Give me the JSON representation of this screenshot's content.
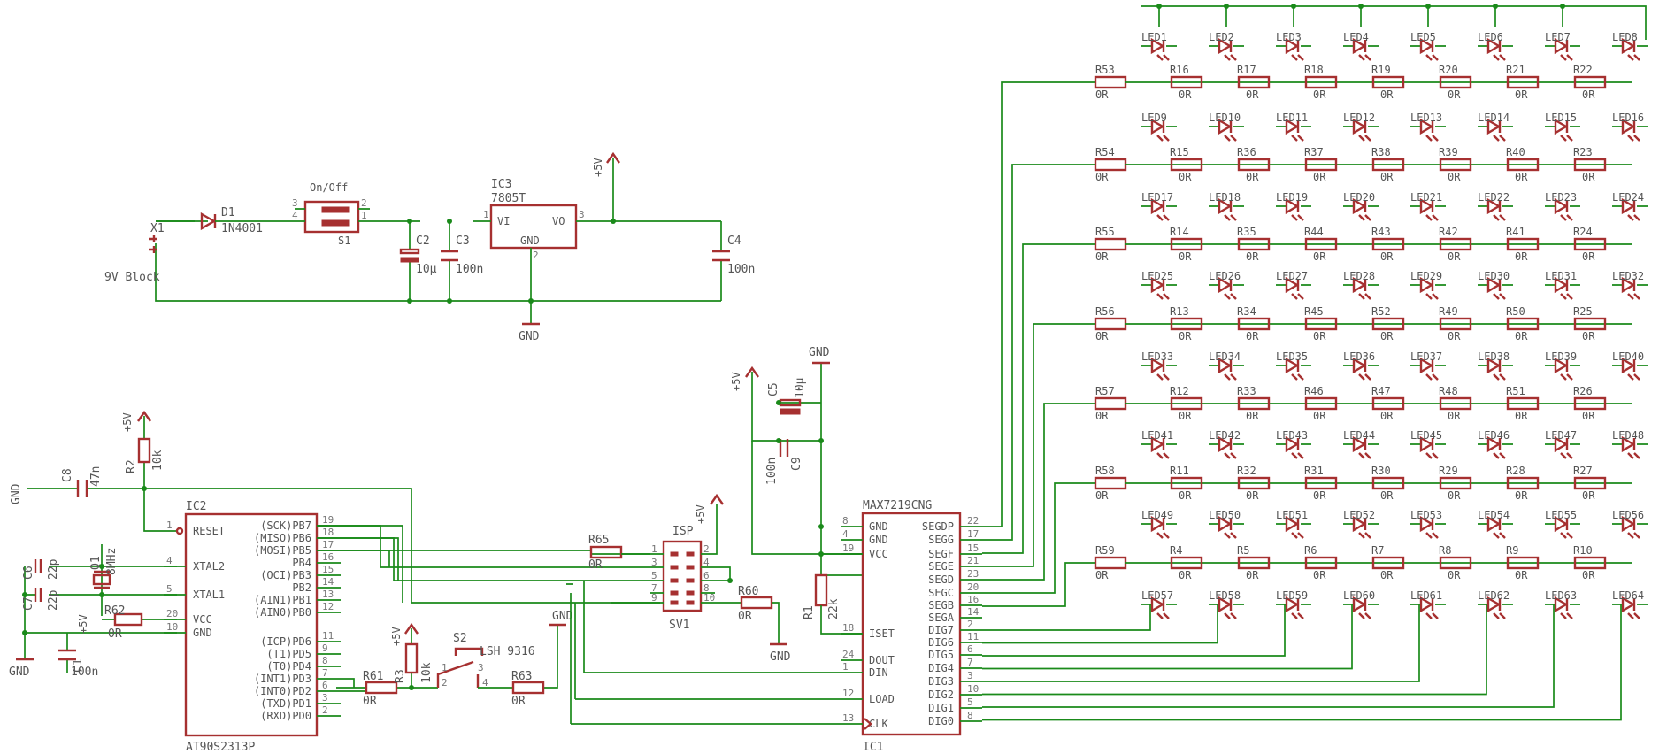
{
  "power_section": {
    "x1_label": "X1",
    "battery_label": "9V Block",
    "d1_name": "D1",
    "d1_value": "1N4001",
    "switch_title": "On/Off",
    "switch_name": "S1",
    "switch_pins": [
      "3",
      "2",
      "4",
      "1"
    ],
    "c2_name": "C2",
    "c2_value": "10µ",
    "c3_name": "C3",
    "c3_value": "100n",
    "ic3_name": "IC3",
    "ic3_value": "7805T",
    "ic3_pin_vi": "VI",
    "ic3_pin_vo": "VO",
    "ic3_pin_gnd": "GND",
    "ic3_pins": [
      "1",
      "3",
      "2"
    ],
    "c4_name": "C4",
    "c4_value": "100n",
    "vcc_label": "+5V",
    "gnd_label": "GND"
  },
  "mcu_section": {
    "gnd_left": "GND",
    "c8_name": "C8",
    "c8_value": "47n",
    "r2_name": "R2",
    "r2_value": "10k",
    "r2_supply": "+5V",
    "ic2_name": "IC2",
    "ic2_value": "AT90S2313P",
    "left_pins": [
      {
        "label": "RESET",
        "num": "1"
      },
      {
        "label": "XTAL2",
        "num": "4"
      },
      {
        "label": "XTAL1",
        "num": "5"
      },
      {
        "label": "VCC",
        "num": "20"
      },
      {
        "label": "GND",
        "num": "10"
      }
    ],
    "right_pins": [
      {
        "label": "(SCK)PB7",
        "num": "19"
      },
      {
        "label": "(MISO)PB6",
        "num": "18"
      },
      {
        "label": "(MOSI)PB5",
        "num": "17"
      },
      {
        "label": "PB4",
        "num": "16"
      },
      {
        "label": "(OCI)PB3",
        "num": "15"
      },
      {
        "label": "PB2",
        "num": "14"
      },
      {
        "label": "(AIN1)PB1",
        "num": "13"
      },
      {
        "label": "(AIN0)PB0",
        "num": "12"
      },
      {
        "label": "(ICP)PD6",
        "num": "11"
      },
      {
        "label": "(T1)PD5",
        "num": "9"
      },
      {
        "label": "(T0)PD4",
        "num": "8"
      },
      {
        "label": "(INT1)PD3",
        "num": "7"
      },
      {
        "label": "(INT0)PD2",
        "num": "6"
      },
      {
        "label": "(TXD)PD1",
        "num": "3"
      },
      {
        "label": "(RXD)PD0",
        "num": "2"
      }
    ],
    "c6_name": "C6",
    "c6_value": "22p",
    "c7_name": "C7",
    "c7_value": "22p",
    "q1_name": "Q1",
    "q1_value": "8MHz",
    "r62_name": "R62",
    "r62_value": "0R",
    "c1_name": "C1",
    "c1_value": "100n",
    "c1_supply": "+5V",
    "gnd_bottom": "GND",
    "r61_name": "R61",
    "r61_value": "0R",
    "r3_name": "R3",
    "r3_value": "10k",
    "r3_supply": "+5V",
    "s2_name": "S2",
    "s2_value": "LSH 9316",
    "s2_pins": [
      "1",
      "2",
      "3",
      "4"
    ],
    "s2_gnd": "GND",
    "r63_name": "R63",
    "r63_value": "0R",
    "r65_name": "R65",
    "r65_value": "0R"
  },
  "isp_section": {
    "header_title": "ISP",
    "header_name": "SV1",
    "header_supply": "+5V",
    "pins_left": [
      "1",
      "3",
      "5",
      "7",
      "9"
    ],
    "pins_right": [
      "2",
      "4",
      "6",
      "8",
      "10"
    ],
    "r60_name": "R60",
    "r60_value": "0R",
    "r60_gnd": "GND"
  },
  "driver_section": {
    "c5_name": "C5",
    "c5_value": "10µ",
    "c9_name": "C9",
    "c9_value": "100n",
    "supply": "+5V",
    "gnd": "GND",
    "r1_name": "R1",
    "r1_value": "22k",
    "ic1_name": "IC1",
    "ic1_value": "MAX7219CNG",
    "left_pins": [
      {
        "label": "GND",
        "num": "8"
      },
      {
        "label": "GND",
        "num": "4"
      },
      {
        "label": "VCC",
        "num": "19"
      },
      {
        "label": "ISET",
        "num": "18"
      },
      {
        "label": "DOUT",
        "num": "24"
      },
      {
        "label": "DIN",
        "num": "1"
      },
      {
        "label": "LOAD",
        "num": "12"
      },
      {
        "label": "CLK",
        "num": "13"
      }
    ],
    "right_pins": [
      {
        "label": "SEGDP",
        "num": "22"
      },
      {
        "label": "SEGG",
        "num": "17"
      },
      {
        "label": "SEGF",
        "num": "15"
      },
      {
        "label": "SEGE",
        "num": "21"
      },
      {
        "label": "SEGD",
        "num": "23"
      },
      {
        "label": "SEGC",
        "num": "20"
      },
      {
        "label": "SEGB",
        "num": "16"
      },
      {
        "label": "SEGA",
        "num": "14"
      },
      {
        "label": "DIG7",
        "num": "2"
      },
      {
        "label": "DIG6",
        "num": "11"
      },
      {
        "label": "DIG5",
        "num": "6"
      },
      {
        "label": "DIG4",
        "num": "7"
      },
      {
        "label": "DIG3",
        "num": "3"
      },
      {
        "label": "DIG2",
        "num": "10"
      },
      {
        "label": "DIG1",
        "num": "5"
      },
      {
        "label": "DIG0",
        "num": "8"
      }
    ]
  },
  "matrix": {
    "row_resistors": [
      {
        "name": "R53",
        "value": "0R"
      },
      {
        "name": "R54",
        "value": "0R"
      },
      {
        "name": "R55",
        "value": "0R"
      },
      {
        "name": "R56",
        "value": "0R"
      },
      {
        "name": "R57",
        "value": "0R"
      },
      {
        "name": "R58",
        "value": "0R"
      },
      {
        "name": "R59",
        "value": "0R"
      }
    ],
    "leds": [
      [
        "LED1",
        "LED2",
        "LED3",
        "LED4",
        "LED5",
        "LED6",
        "LED7",
        "LED8"
      ],
      [
        "LED9",
        "LED10",
        "LED11",
        "LED12",
        "LED13",
        "LED14",
        "LED15",
        "LED16"
      ],
      [
        "LED17",
        "LED18",
        "LED19",
        "LED20",
        "LED21",
        "LED22",
        "LED23",
        "LED24"
      ],
      [
        "LED25",
        "LED26",
        "LED27",
        "LED28",
        "LED29",
        "LED30",
        "LED31",
        "LED32"
      ],
      [
        "LED33",
        "LED34",
        "LED35",
        "LED36",
        "LED37",
        "LED38",
        "LED39",
        "LED40"
      ],
      [
        "LED41",
        "LED42",
        "LED43",
        "LED44",
        "LED45",
        "LED46",
        "LED47",
        "LED48"
      ],
      [
        "LED49",
        "LED50",
        "LED51",
        "LED52",
        "LED53",
        "LED54",
        "LED55",
        "LED56"
      ],
      [
        "LED57",
        "LED58",
        "LED59",
        "LED60",
        "LED61",
        "LED62",
        "LED63",
        "LED64"
      ]
    ],
    "resistors": [
      [
        "R16",
        "R17",
        "R18",
        "R19",
        "R20",
        "R21",
        "R22"
      ],
      [
        "R15",
        "R36",
        "R37",
        "R38",
        "R39",
        "R40",
        "R23"
      ],
      [
        "R14",
        "R35",
        "R44",
        "R43",
        "R42",
        "R41",
        "R24"
      ],
      [
        "R13",
        "R34",
        "R45",
        "R52",
        "R49",
        "R50",
        "R25"
      ],
      [
        "R12",
        "R33",
        "R46",
        "R47",
        "R48",
        "R51",
        "R26"
      ],
      [
        "R11",
        "R32",
        "R31",
        "R30",
        "R29",
        "R28",
        "R27"
      ],
      [
        "R4",
        "R5",
        "R6",
        "R7",
        "R8",
        "R9",
        "R10"
      ]
    ],
    "resistor_value": "0R"
  },
  "colors": {
    "wire": "#1a8a1a",
    "symbol": "#a63030",
    "text": "#555555"
  }
}
